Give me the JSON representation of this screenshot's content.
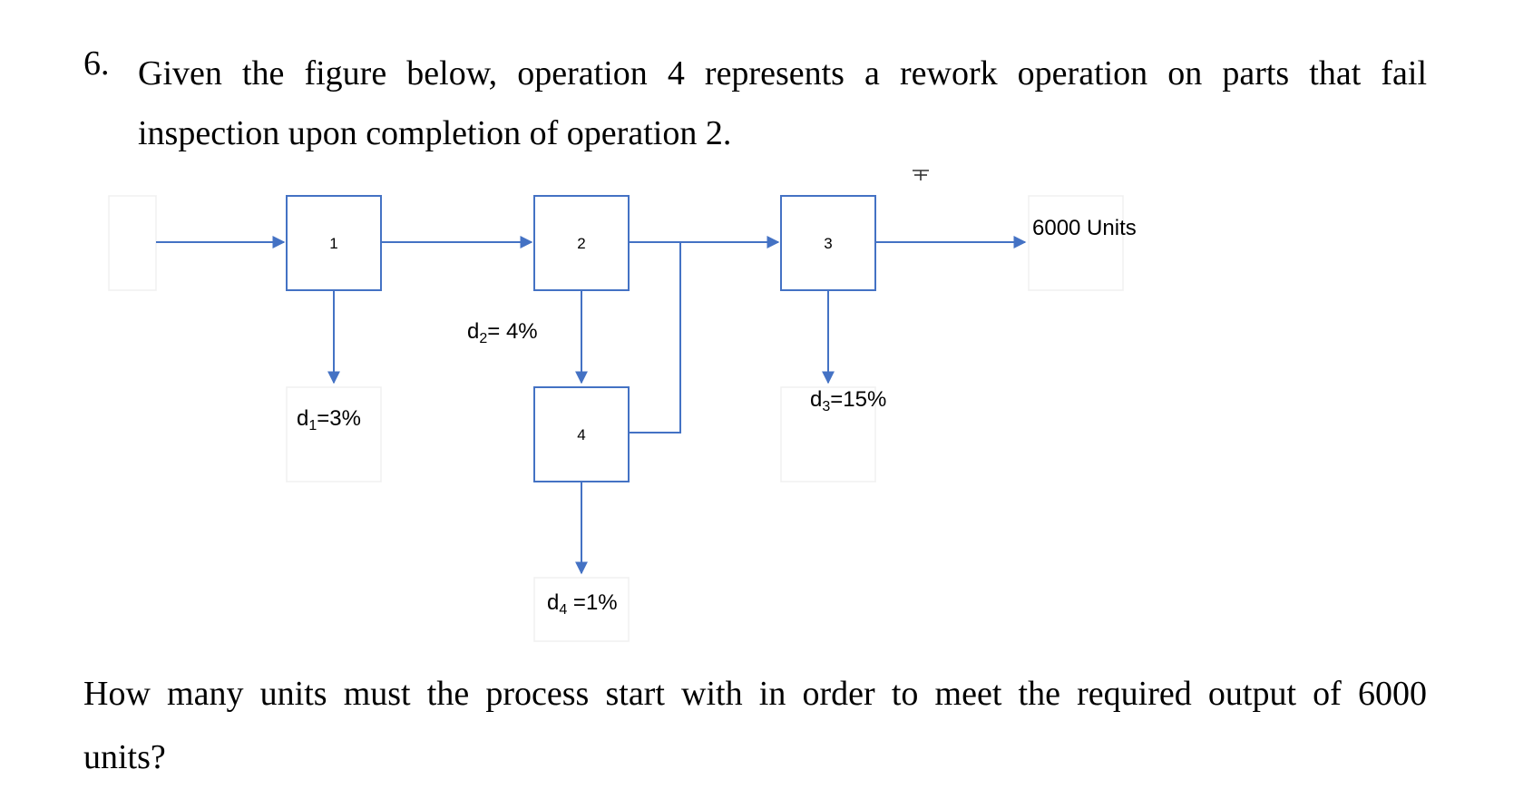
{
  "question": {
    "number": "6.",
    "line1": "Given the figure below, operation 4 represents a rework operation on parts that fail",
    "line2": "inspection upon completion of operation 2.",
    "prompt_line1": "How many units must the process start with in order to meet the required output of 6000",
    "prompt_line2": "units?"
  },
  "diagram": {
    "operations": [
      {
        "id": "op1",
        "label": "1"
      },
      {
        "id": "op2",
        "label": "2"
      },
      {
        "id": "op3",
        "label": "3"
      },
      {
        "id": "op4",
        "label": "4"
      }
    ],
    "defects": {
      "d1": {
        "base": "d",
        "sub": "1",
        "rest": "=3%"
      },
      "d2": {
        "base": "d",
        "sub": "2",
        "rest": "= 4%"
      },
      "d3": {
        "base": "d",
        "sub": "3",
        "rest": "=15%"
      },
      "d4": {
        "base": "d",
        "sub": "4",
        "rest": " =1%"
      }
    },
    "output_label": "6000 Units",
    "edges": [
      {
        "from": "input",
        "to": "op1"
      },
      {
        "from": "op1",
        "to": "op2"
      },
      {
        "from": "op2",
        "to": "op3"
      },
      {
        "from": "op3",
        "to": "output"
      },
      {
        "from": "op1",
        "to": "d1"
      },
      {
        "from": "op2",
        "to": "op4"
      },
      {
        "from": "op4",
        "to": "op3",
        "type": "rework-return"
      },
      {
        "from": "op3",
        "to": "d3"
      },
      {
        "from": "op4",
        "to": "d4"
      }
    ],
    "colors": {
      "stroke": "#4472c4",
      "ghost_box": "#f0f0f0"
    }
  }
}
